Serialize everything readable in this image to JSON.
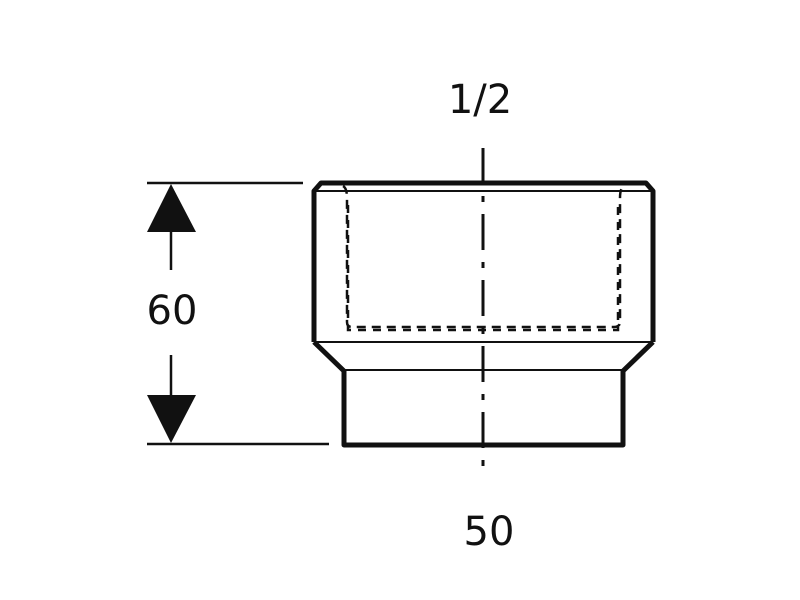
{
  "drawing": {
    "top_label": "1/2",
    "height_label": "60",
    "bottom_label": "50"
  }
}
